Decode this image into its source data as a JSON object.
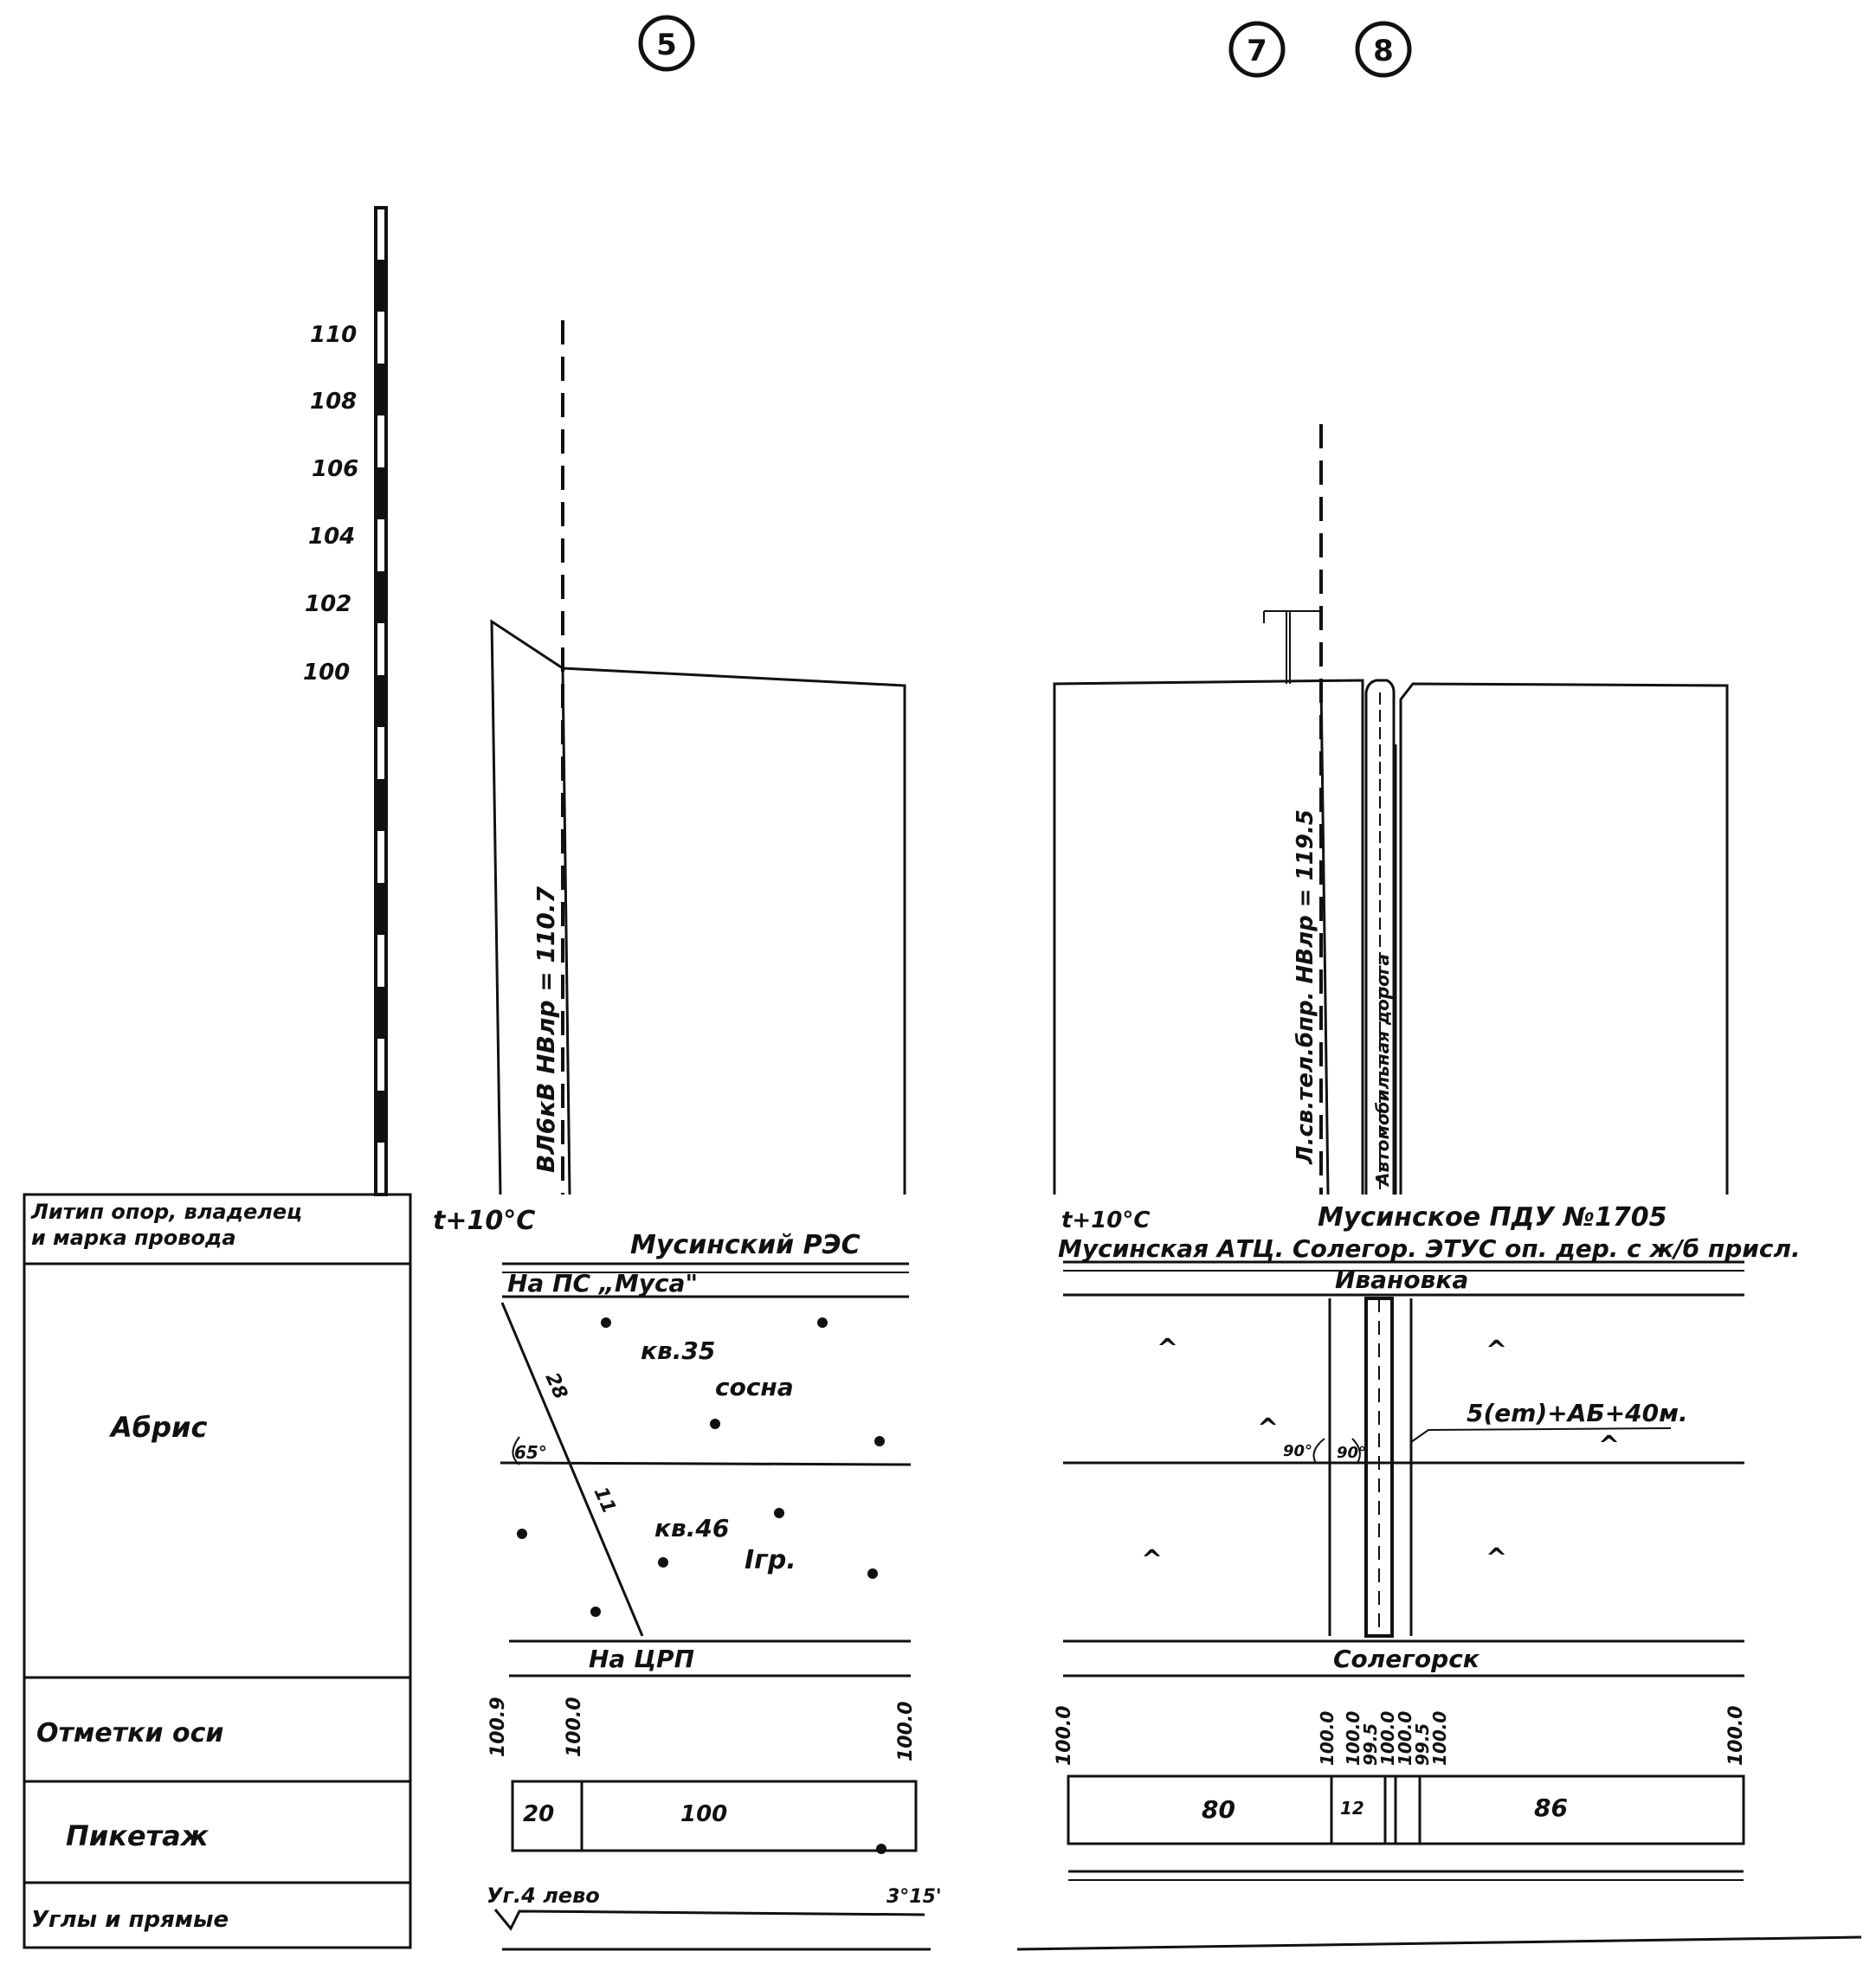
{
  "profile_points": {
    "p5": "5",
    "p7": "7",
    "p8": "8"
  },
  "elevation_scale": [
    "110",
    "108",
    "106",
    "104",
    "102",
    "100"
  ],
  "legend_rows": {
    "row1_line1": "Литип опор, владелец",
    "row1_line2": "и марка провода",
    "abris": "Абрис",
    "marks": "Отметки оси",
    "piketazh": "Пикетаж",
    "angles": "Углы и прямые"
  },
  "left_section": {
    "temperature": "t+10°C",
    "owner": "Мусинский РЭС",
    "to_ps": "На ПС „Муса\"",
    "line_label": "ВЛ6кВ НВлр = 110.7",
    "kv35": "кв.35",
    "sosna": "сосна",
    "kv46": "кв.46",
    "igr": "Iгр.",
    "to_crp": "На ЦРП",
    "angle_label": "65°",
    "dist1": "28",
    "dist2": "11",
    "marks": [
      "100.9",
      "100.0",
      "100.0"
    ],
    "piket_values": [
      "20",
      "100"
    ],
    "angle_text": "Уг.4 лево",
    "angle_value": "3°15'"
  },
  "right_section": {
    "temperature": "t+10°C",
    "line1": "Мусинское ПДУ №1705",
    "line2": "Мусинская АТЦ. Солегор. ЭТУС оп. дер. с ж/б присл.",
    "ivanovka": "Ивановка",
    "cable_label": "Л.св.тел.бпр. НВлр = 119.5",
    "road_label": "Автомобильная дорога",
    "angle1": "90°",
    "angle2": "90°",
    "road_note": "5(em)+АБ+40м.",
    "solegorsk": "Солегорск",
    "marks": [
      "100.0",
      "100.0",
      "100.0",
      "99.5",
      "100.0",
      "100.0",
      "99.5",
      "100.0",
      "100.0"
    ],
    "piket_values": [
      "80",
      "12",
      "86"
    ]
  }
}
